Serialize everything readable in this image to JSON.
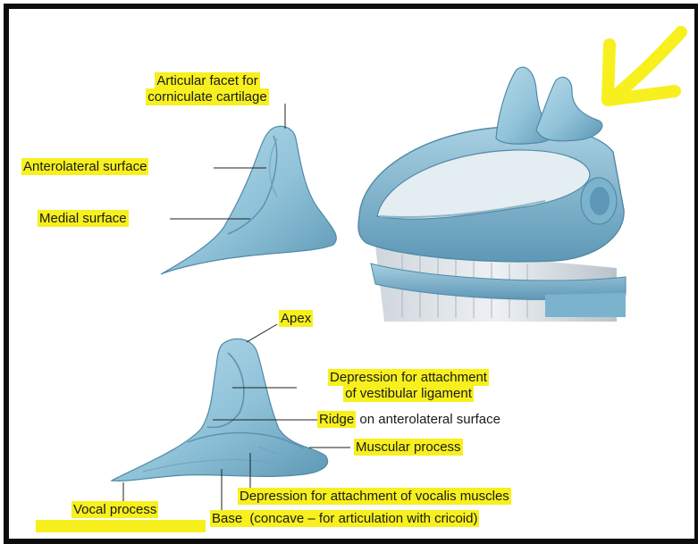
{
  "labels": {
    "articular_facet": "Articular facet for",
    "articular_facet_line2": "corniculate cartilage",
    "anterolateral_surface": "Anterolateral surface",
    "medial_surface": "Medial surface",
    "apex": "Apex",
    "depression_vestibular": "Depression for attachment",
    "depression_vestibular_line2": "of vestibular ligament",
    "ridge_word": "Ridge",
    "ridge_rest": " on anterolateral surface",
    "muscular_process": "Muscular process",
    "depression_vocalis": "Depression for attachment of vocalis muscles",
    "vocal_process": "Vocal process",
    "base_word": "Base",
    "base_rest": " (concave – for articulation with cricoid)"
  },
  "colors": {
    "cartilage": "#8fc2d8",
    "cartilage_dark": "#4f8aa8",
    "highlight": "#f7f01e",
    "border": "#0d0d0d"
  }
}
